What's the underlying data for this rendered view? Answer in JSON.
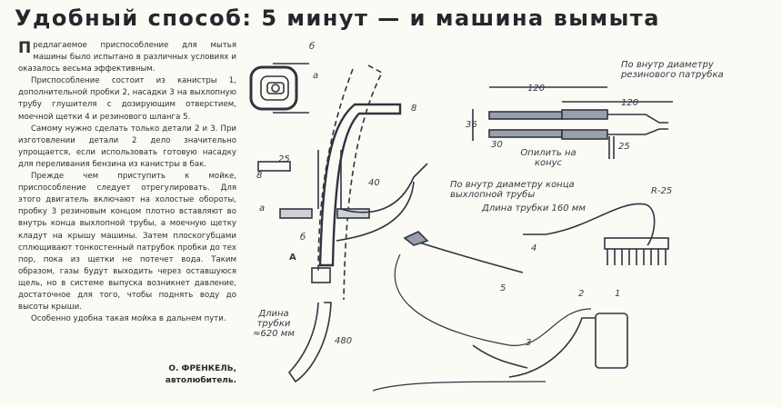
{
  "title": "Удобный способ: 5 минут — и машина вымыта",
  "article": {
    "dropcap": "П",
    "paragraphs": [
      "редлагаемое приспособление для мытья машины было испытано в различных условиях и оказалось весьма эффективным.",
      "Приспособление состоит из канистры 1, дополнительной пробки 2, насадки 3 на выхлопную трубу глушителя с дозирующим отверстием, моечной щетки 4 и резинового шланга 5.",
      "Самому нужно сделать только детали 2 и 3. При изготовлении детали 2 дело значительно упрощается, если использовать готовую насадку для переливания бензина из канистры в бак.",
      "Прежде чем приступить к мойке, приспособление следует отрегулировать. Для этого двигатель включают на холостые обороты, пробку 3 резиновым концом плотно вставляют во внутрь конца выхлопной трубы, а моечную щетку кладут на крышу машины. Затем плоскогубцами сплющивают тонкостенный патрубок пробки до тех пор, пока из щетки не потечет вода. Таким образом, газы будут выходить через оставшуюся щель, но в системе выпуска возникнет давление, достаточное для того, чтобы поднять воду до высоты крыши.",
      "Особенно удобна такая мойка в дальнем пути."
    ],
    "author": "О. ФРЕНКЕЛЬ,",
    "author_role": "автолюбитель."
  },
  "diagram": {
    "labels": {
      "b_top": "б",
      "a_top": "а",
      "dim_8_top": "8",
      "dim_25": "25",
      "dim_8_left": "8",
      "dim_40": "40",
      "a_left": "а",
      "b_left": "б",
      "view_a": "А",
      "tube_length": "Длина трубки ≈620 мм",
      "dim_480": "480",
      "rubber_note": "По внутр диаметру резинового патрубка",
      "dim_120a": "120",
      "dim_120b": "120",
      "dim_36": "36",
      "dim_30": "30",
      "dim_25b": "25",
      "file_cone": "Опилить на конус",
      "exhaust_note": "По внутр диаметру конца выхлопной трубы",
      "r25": "R-25",
      "tube160": "Длина трубки 160 мм",
      "n1": "1",
      "n2": "2",
      "n3": "3",
      "n4": "4",
      "n5": "5"
    }
  }
}
